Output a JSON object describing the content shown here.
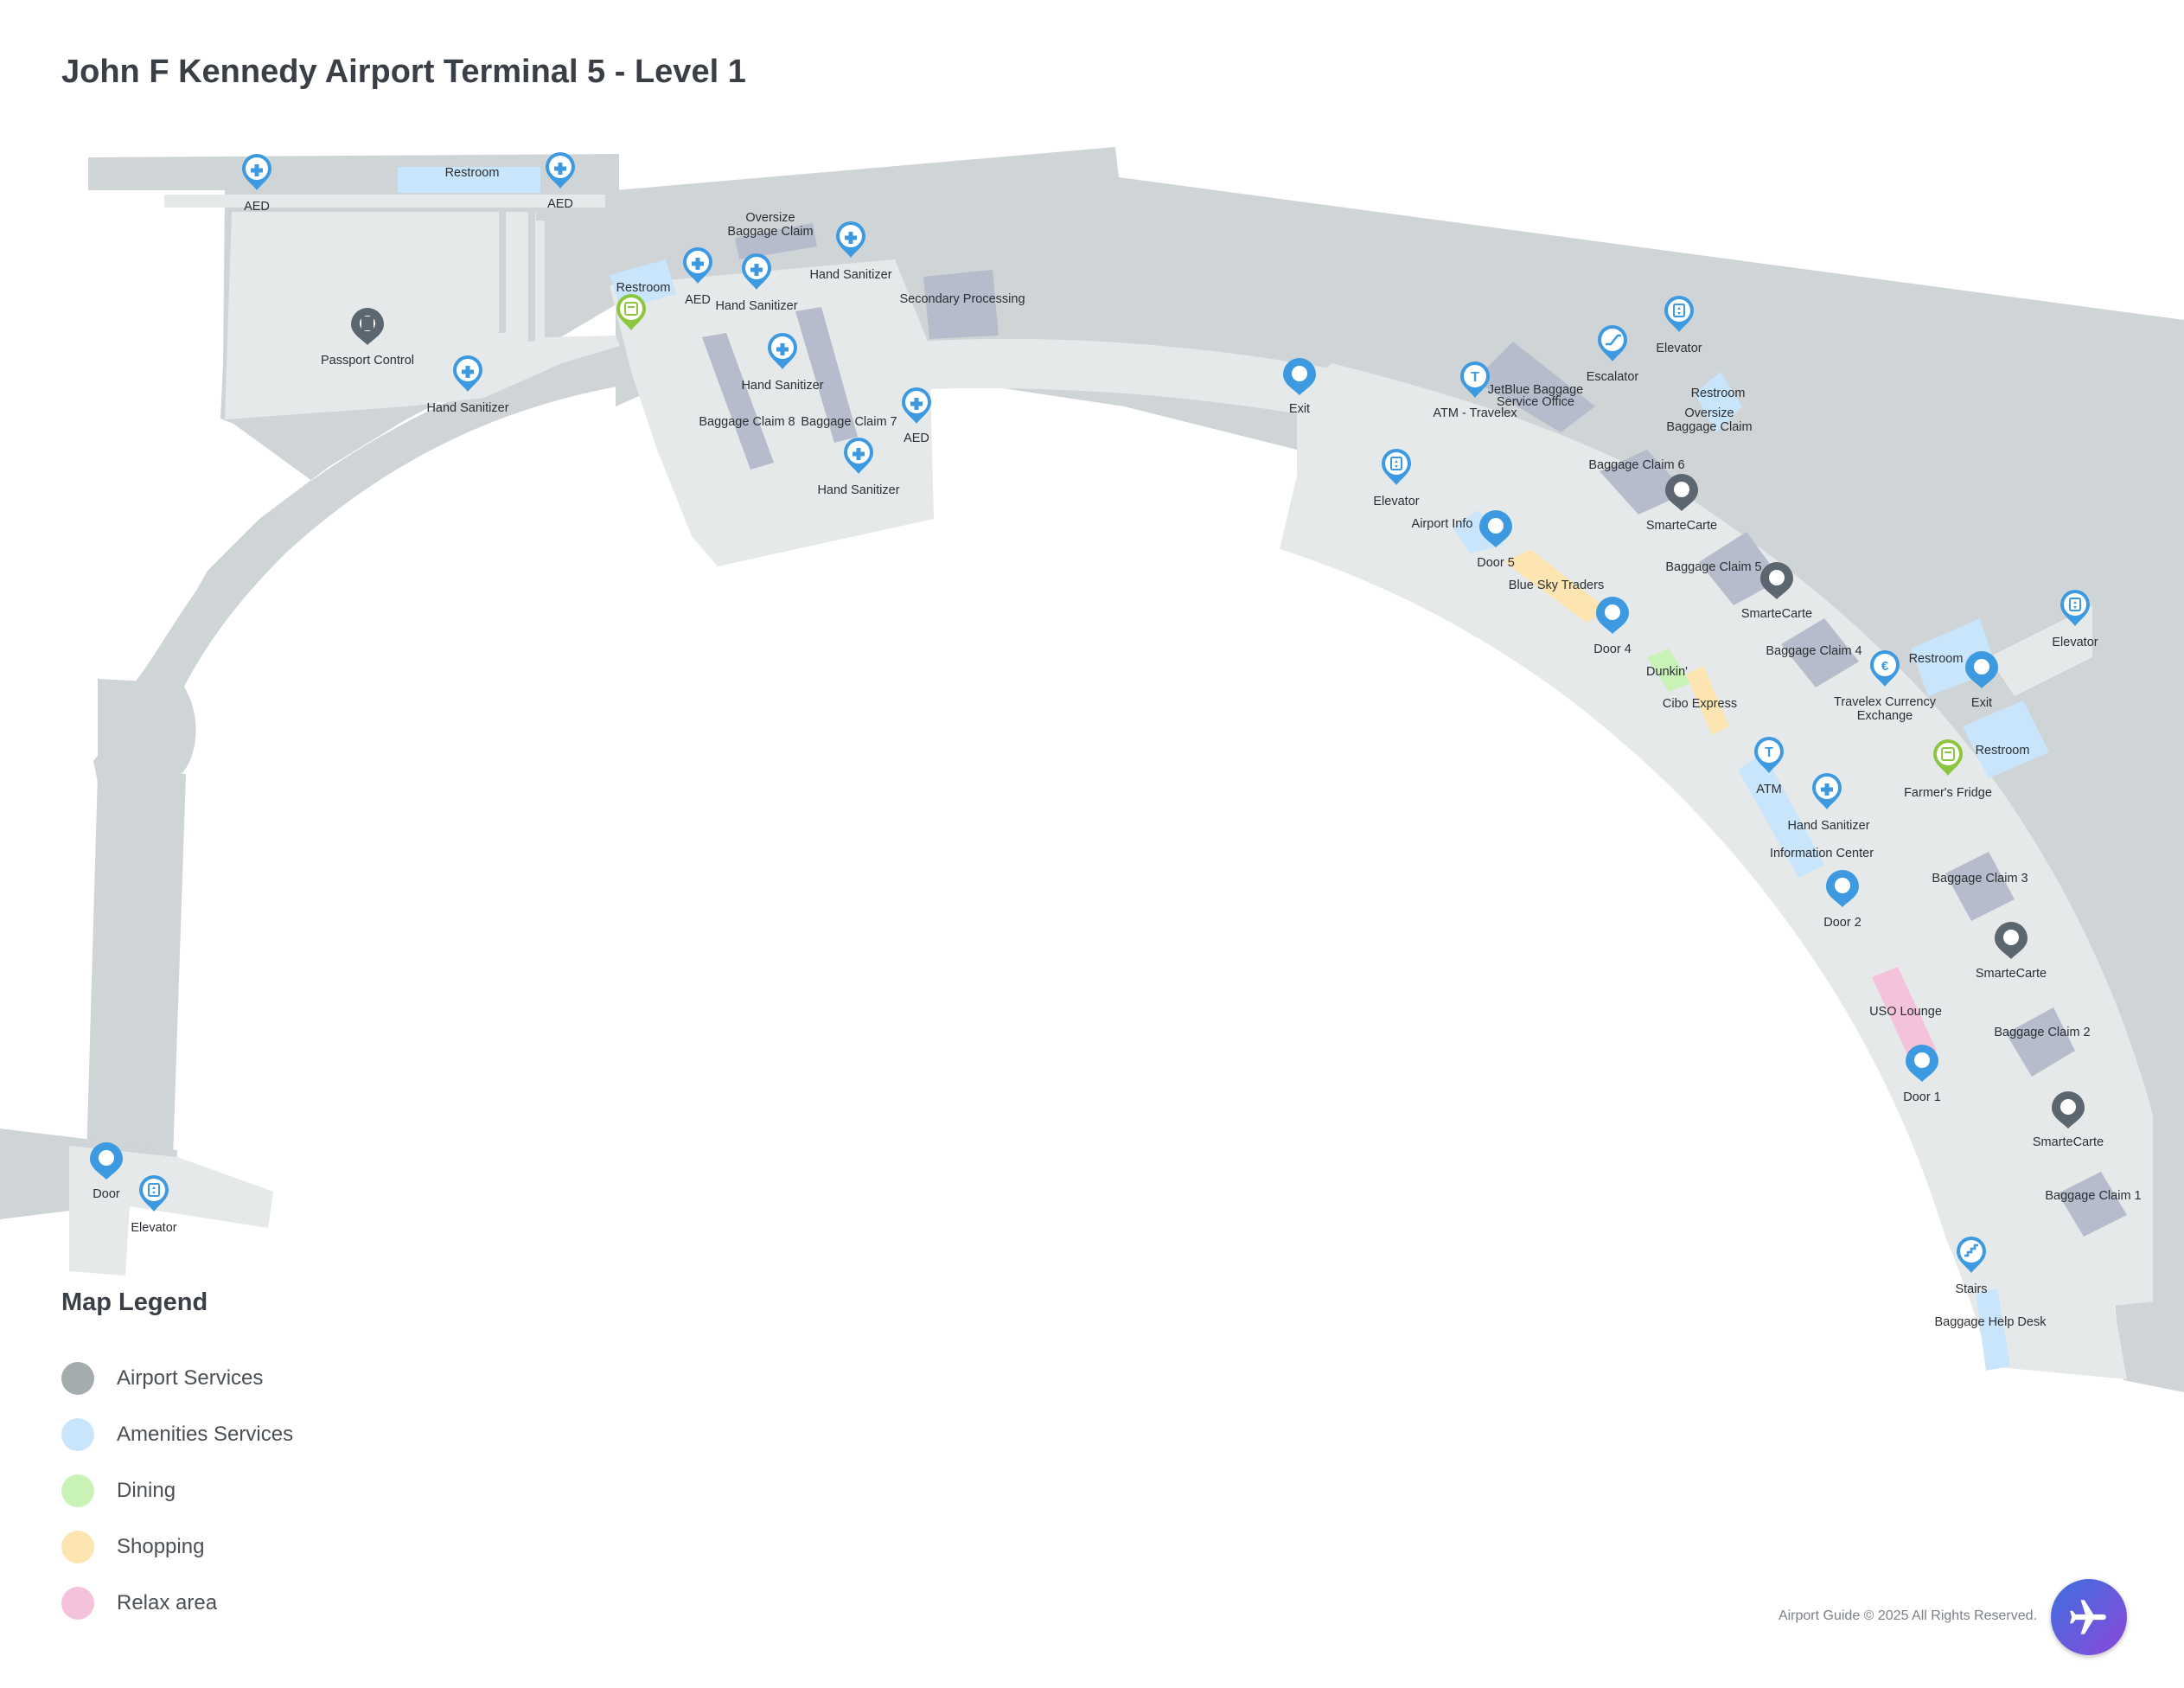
{
  "title": "John F Kennedy Airport Terminal 5 - Level 1",
  "legend": {
    "title": "Map Legend",
    "items": [
      {
        "label": "Airport Services",
        "color": "#a4acae"
      },
      {
        "label": "Amenities Services",
        "color": "#c9e5fb"
      },
      {
        "label": "Dining",
        "color": "#c8f2b6"
      },
      {
        "label": "Shopping",
        "color": "#fde5b1"
      },
      {
        "label": "Relax area",
        "color": "#f5c2dc"
      }
    ]
  },
  "map_labels": {
    "aed_1": "AED",
    "aed_2": "AED",
    "aed_3": "AED",
    "aed_4": "AED",
    "restroom_top": "Restroom",
    "restroom_2": "Restroom",
    "restroom_3": "Restroom",
    "restroom_4": "Restroom",
    "restroom_5": "Restroom",
    "oversize_baggage_1a": "Oversize",
    "oversize_baggage_1b": "Baggage Claim",
    "oversize_baggage_2a": "Oversize",
    "oversize_baggage_2b": "Baggage Claim",
    "hand_sanitizer_1": "Hand Sanitizer",
    "hand_sanitizer_2": "Hand Sanitizer",
    "hand_sanitizer_3": "Hand Sanitizer",
    "hand_sanitizer_4": "Hand Sanitizer",
    "hand_sanitizer_5": "Hand Sanitizer",
    "hand_sanitizer_6": "Hand Sanitizer",
    "secondary_processing": "Secondary Processing",
    "passport_control": "Passport Control",
    "baggage_claim_8": "Baggage Claim 8",
    "baggage_claim_7": "Baggage Claim 7",
    "baggage_claim_6": "Baggage Claim 6",
    "baggage_claim_5": "Baggage Claim 5",
    "baggage_claim_4": "Baggage Claim 4",
    "baggage_claim_3": "Baggage Claim 3",
    "baggage_claim_2": "Baggage Claim 2",
    "baggage_claim_1": "Baggage Claim 1",
    "exit_1": "Exit",
    "exit_2": "Exit",
    "elevator_1": "Elevator",
    "elevator_2": "Elevator",
    "elevator_3": "Elevator",
    "elevator_4": "Elevator",
    "escalator": "Escalator",
    "atm_travelex": "ATM - Travelex",
    "jetblue_a": "JetBlue Baggage",
    "jetblue_b": "Service Office",
    "smartecarte_1": "SmarteCarte",
    "smartecarte_2": "SmarteCarte",
    "smartecarte_3": "SmarteCarte",
    "smartecarte_4": "SmarteCarte",
    "airport_info": "Airport Info",
    "door_5": "Door 5",
    "door_4": "Door 4",
    "door_2": "Door 2",
    "door_1": "Door 1",
    "door": "Door",
    "blue_sky_traders": "Blue Sky Traders",
    "dunkin": "Dunkin'",
    "cibo_express": "Cibo Express",
    "travelex_a": "Travelex Currency",
    "travelex_b": "Exchange",
    "farmers_fridge": "Farmer's Fridge",
    "atm": "ATM",
    "information_center": "Information Center",
    "uso_lounge": "USO Lounge",
    "stairs": "Stairs",
    "baggage_help_desk": "Baggage Help Desk"
  },
  "footer": "Airport Guide © 2025 All Rights Reserved.",
  "colors": {
    "building_outer": "#cfd4d6",
    "floor": "#e6e9ea",
    "baggage_carousel": "#b6bccb",
    "marker_blue": "#3d9ae0",
    "marker_dark": "#5c6670",
    "marker_green": "#8cc63f"
  }
}
